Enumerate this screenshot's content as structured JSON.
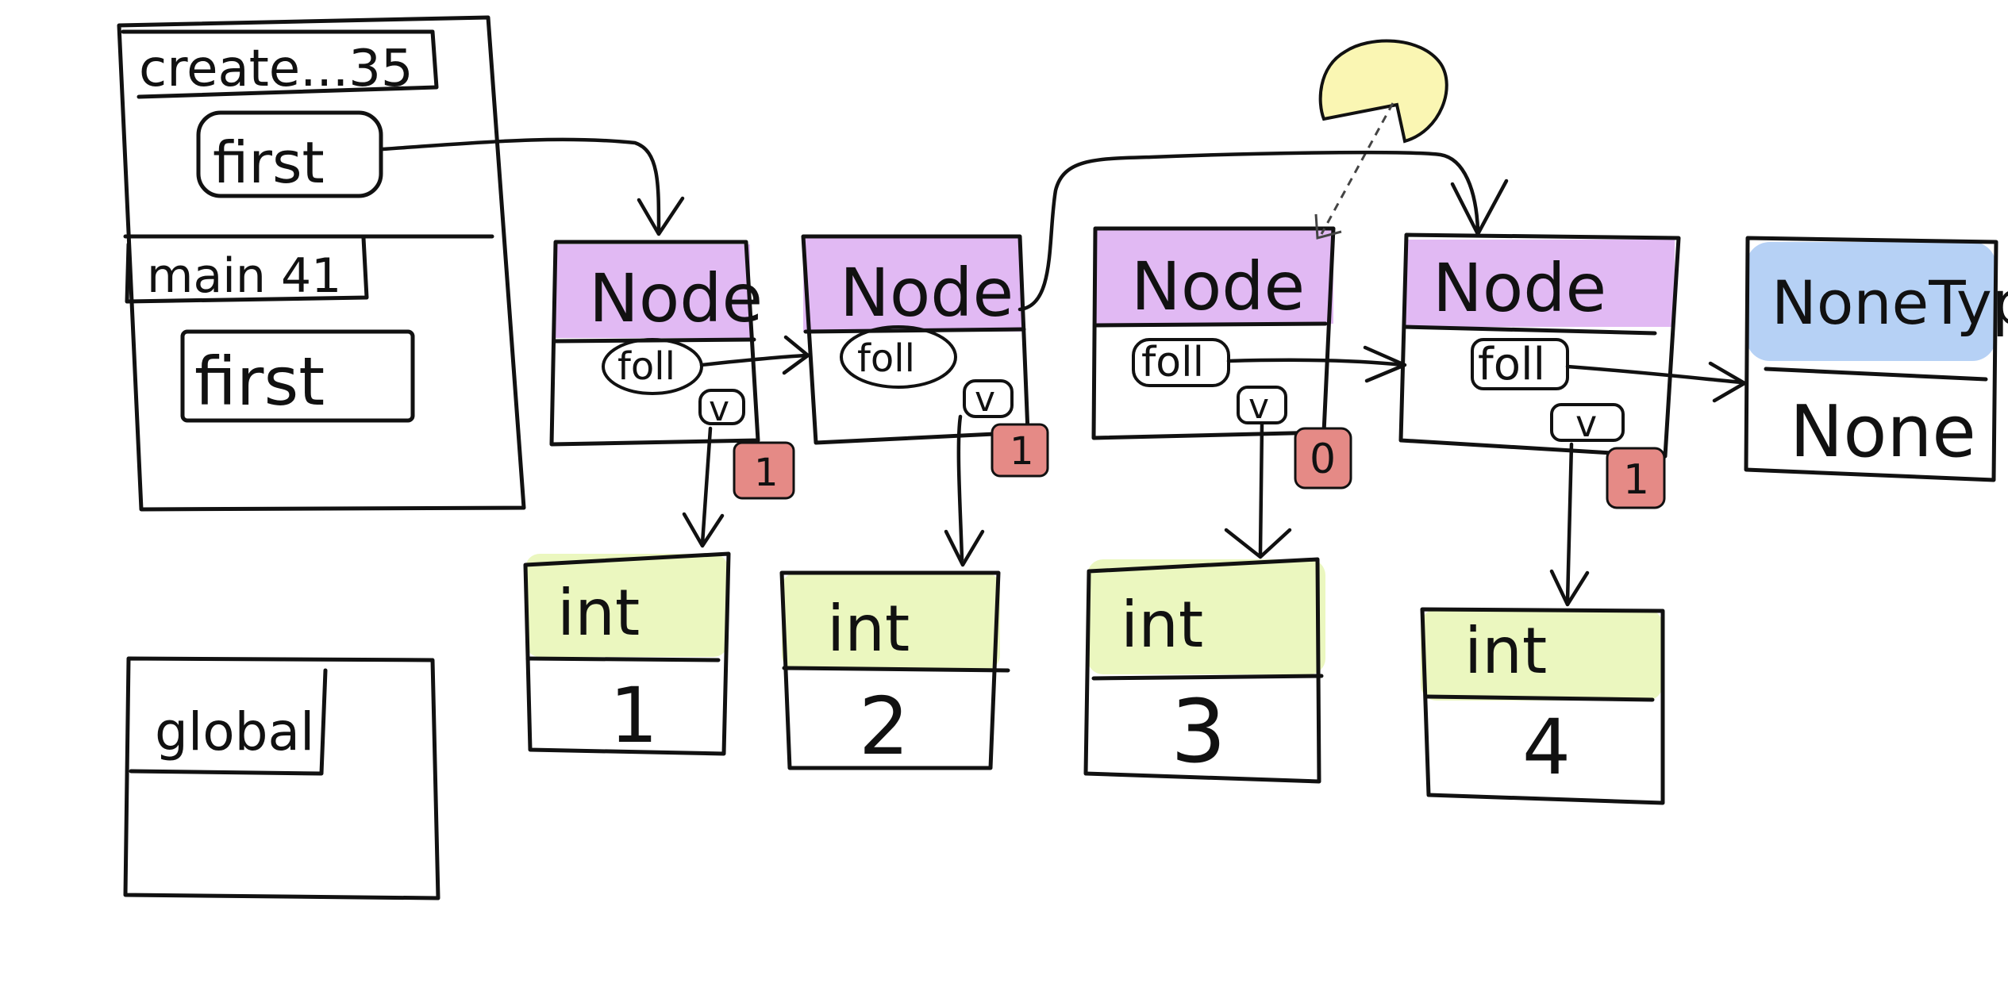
{
  "colors": {
    "node_header": "#d9a8f0",
    "int_header": "#e9f6b8",
    "nonetype_header": "#a9c9f3",
    "refcount_badge": "#e58a86",
    "blob": "#faf6b3",
    "ink": "#111111"
  },
  "frames": {
    "create": {
      "title": "create...35",
      "var": "first"
    },
    "main": {
      "title": "main 41",
      "var": "first"
    },
    "global": {
      "title": "global"
    }
  },
  "nodes": [
    {
      "type": "Node",
      "field": "foll",
      "value_field": "v",
      "refcount": "1"
    },
    {
      "type": "Node",
      "field": "foll",
      "value_field": "v",
      "refcount": "1"
    },
    {
      "type": "Node",
      "field": "foll",
      "value_field": "v",
      "refcount": "0"
    },
    {
      "type": "Node",
      "field": "foll",
      "value_field": "v",
      "refcount": "1"
    }
  ],
  "nonetype": {
    "type": "NoneType",
    "value": "None"
  },
  "ints": [
    {
      "type": "int",
      "value": "1"
    },
    {
      "type": "int",
      "value": "2"
    },
    {
      "type": "int",
      "value": "3"
    },
    {
      "type": "int",
      "value": "4"
    }
  ]
}
